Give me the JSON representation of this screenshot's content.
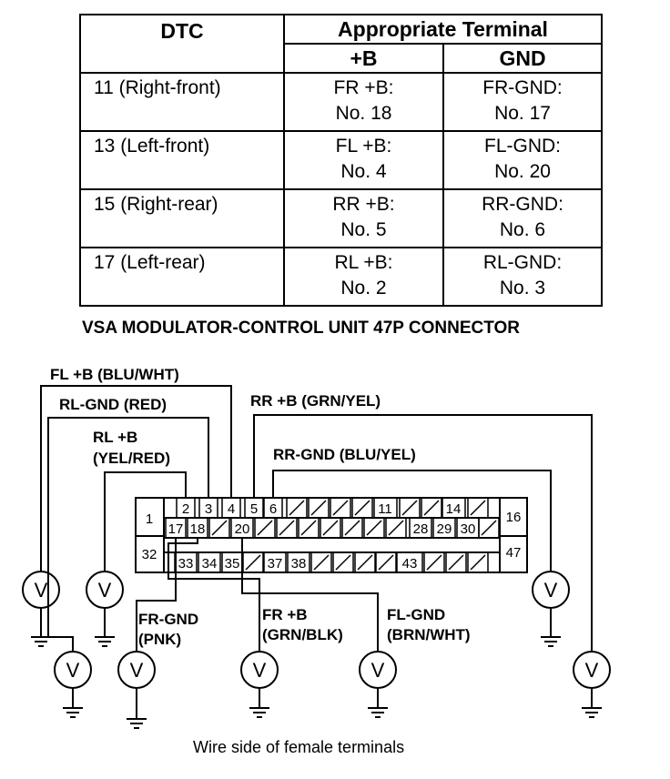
{
  "table": {
    "headers": {
      "dtc": "DTC",
      "appropriate_terminal": "Appropriate Terminal",
      "plus_b": "+B",
      "gnd": "GND"
    },
    "rows": [
      {
        "dtc": "11 (Right-front)",
        "plus_b": [
          "FR +B:",
          "No. 18"
        ],
        "gnd": [
          "FR-GND:",
          "No. 17"
        ]
      },
      {
        "dtc": "13 (Left-front)",
        "plus_b": [
          "FL +B:",
          "No. 4"
        ],
        "gnd": [
          "FL-GND:",
          "No. 20"
        ]
      },
      {
        "dtc": "15 (Right-rear)",
        "plus_b": [
          "RR +B:",
          "No. 5"
        ],
        "gnd": [
          "RR-GND:",
          "No. 6"
        ]
      },
      {
        "dtc": "17 (Left-rear)",
        "plus_b": [
          "RL +B:",
          "No. 2"
        ],
        "gnd": [
          "RL-GND:",
          "No. 3"
        ]
      }
    ]
  },
  "connector_title": "VSA MODULATOR-CONTROL UNIT 47P CONNECTOR",
  "wire_labels": {
    "fl_plus_b": "FL +B (BLU/WHT)",
    "rl_gnd": "RL-GND (RED)",
    "rl_plus_b_1": "RL +B",
    "rl_plus_b_2": "(YEL/RED)",
    "rr_plus_b": "RR +B (GRN/YEL)",
    "rr_gnd": "RR-GND (BLU/YEL)",
    "fr_gnd_1": "FR-GND",
    "fr_gnd_2": "(PNK)",
    "fr_plus_b_1": "FR +B",
    "fr_plus_b_2": "(GRN/BLK)",
    "fl_gnd_1": "FL-GND",
    "fl_gnd_2": "(BRN/WHT)"
  },
  "pins": {
    "p1": "1",
    "p2": "2",
    "p3": "3",
    "p4": "4",
    "p5": "5",
    "p6": "6",
    "p11": "11",
    "p14": "14",
    "p16": "16",
    "p17": "17",
    "p18": "18",
    "p20": "20",
    "p28": "28",
    "p29": "29",
    "p30": "30",
    "p32": "32",
    "p33": "33",
    "p34": "34",
    "p35": "35",
    "p37": "37",
    "p38": "38",
    "p43": "43",
    "p47": "47"
  },
  "meter_symbol": "V",
  "caption": "Wire side of female terminals"
}
